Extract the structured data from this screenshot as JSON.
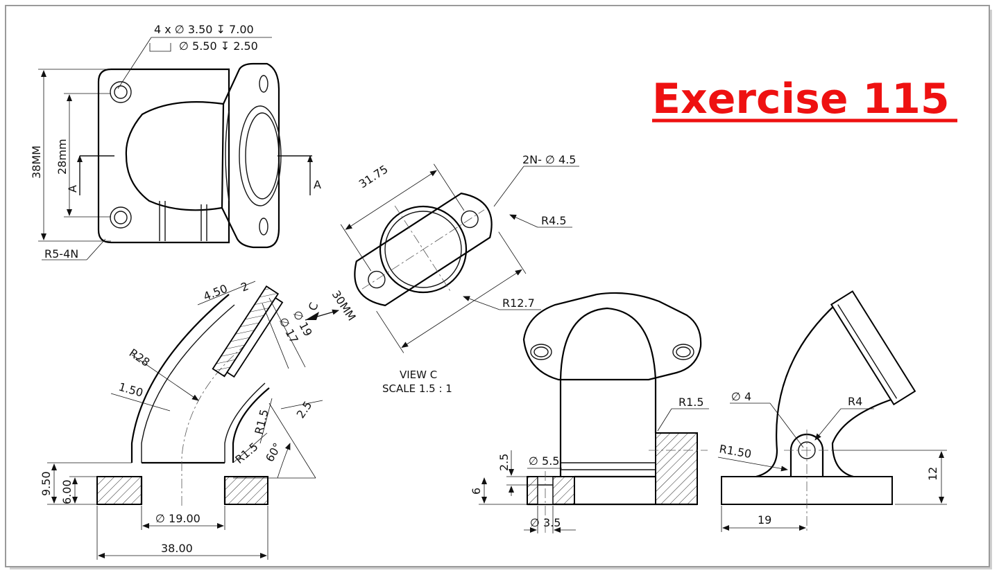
{
  "title": "Exercise 115",
  "title_color": "#ee1111",
  "top_view": {
    "hole_callout_1": "4 x ∅ 3.50 ↧ 7.00",
    "hole_callout_2": "∅ 5.50 ↧ 2.50",
    "dim_38mm": "38MM",
    "dim_28mm": "28mm",
    "section_label_left": "A",
    "section_label_right": "A",
    "corner_radius": "R5-4N"
  },
  "view_c": {
    "dim_31_75": "31.75",
    "holes": "2N- ∅ 4.5",
    "radius_4_5": "R4.5",
    "radius_12_7": "R12.7",
    "dim_30mm": "30MM",
    "view_arrow": "C",
    "caption_1": "VIEW C",
    "caption_2": "SCALE 1.5 : 1"
  },
  "section_view": {
    "dim_4_50": "4.50",
    "dim_2": "2",
    "dia_19": "∅ 19",
    "dia_17": "∅ 17",
    "r28": "R28",
    "dim_1_50": "1.50",
    "r1_5_a": "R1.5",
    "r1_5_b": "R1.5",
    "dim_2_5": "2.5",
    "angle_60": "60°",
    "dim_9_50": "9.50",
    "dim_6_00": "6.00",
    "dia_19_00": "∅ 19.00",
    "dim_38_00": "38.00"
  },
  "front_view": {
    "r1_5": "R1.5",
    "dia_5_5": "∅ 5.5",
    "dim_2_5": "2.5",
    "dim_6": "6",
    "dia_3_5": "∅ 3.5"
  },
  "side_view": {
    "dia_4": "∅ 4",
    "r4": "R4",
    "r1_50": "R1.50",
    "dim_12": "12",
    "dim_19": "19"
  }
}
